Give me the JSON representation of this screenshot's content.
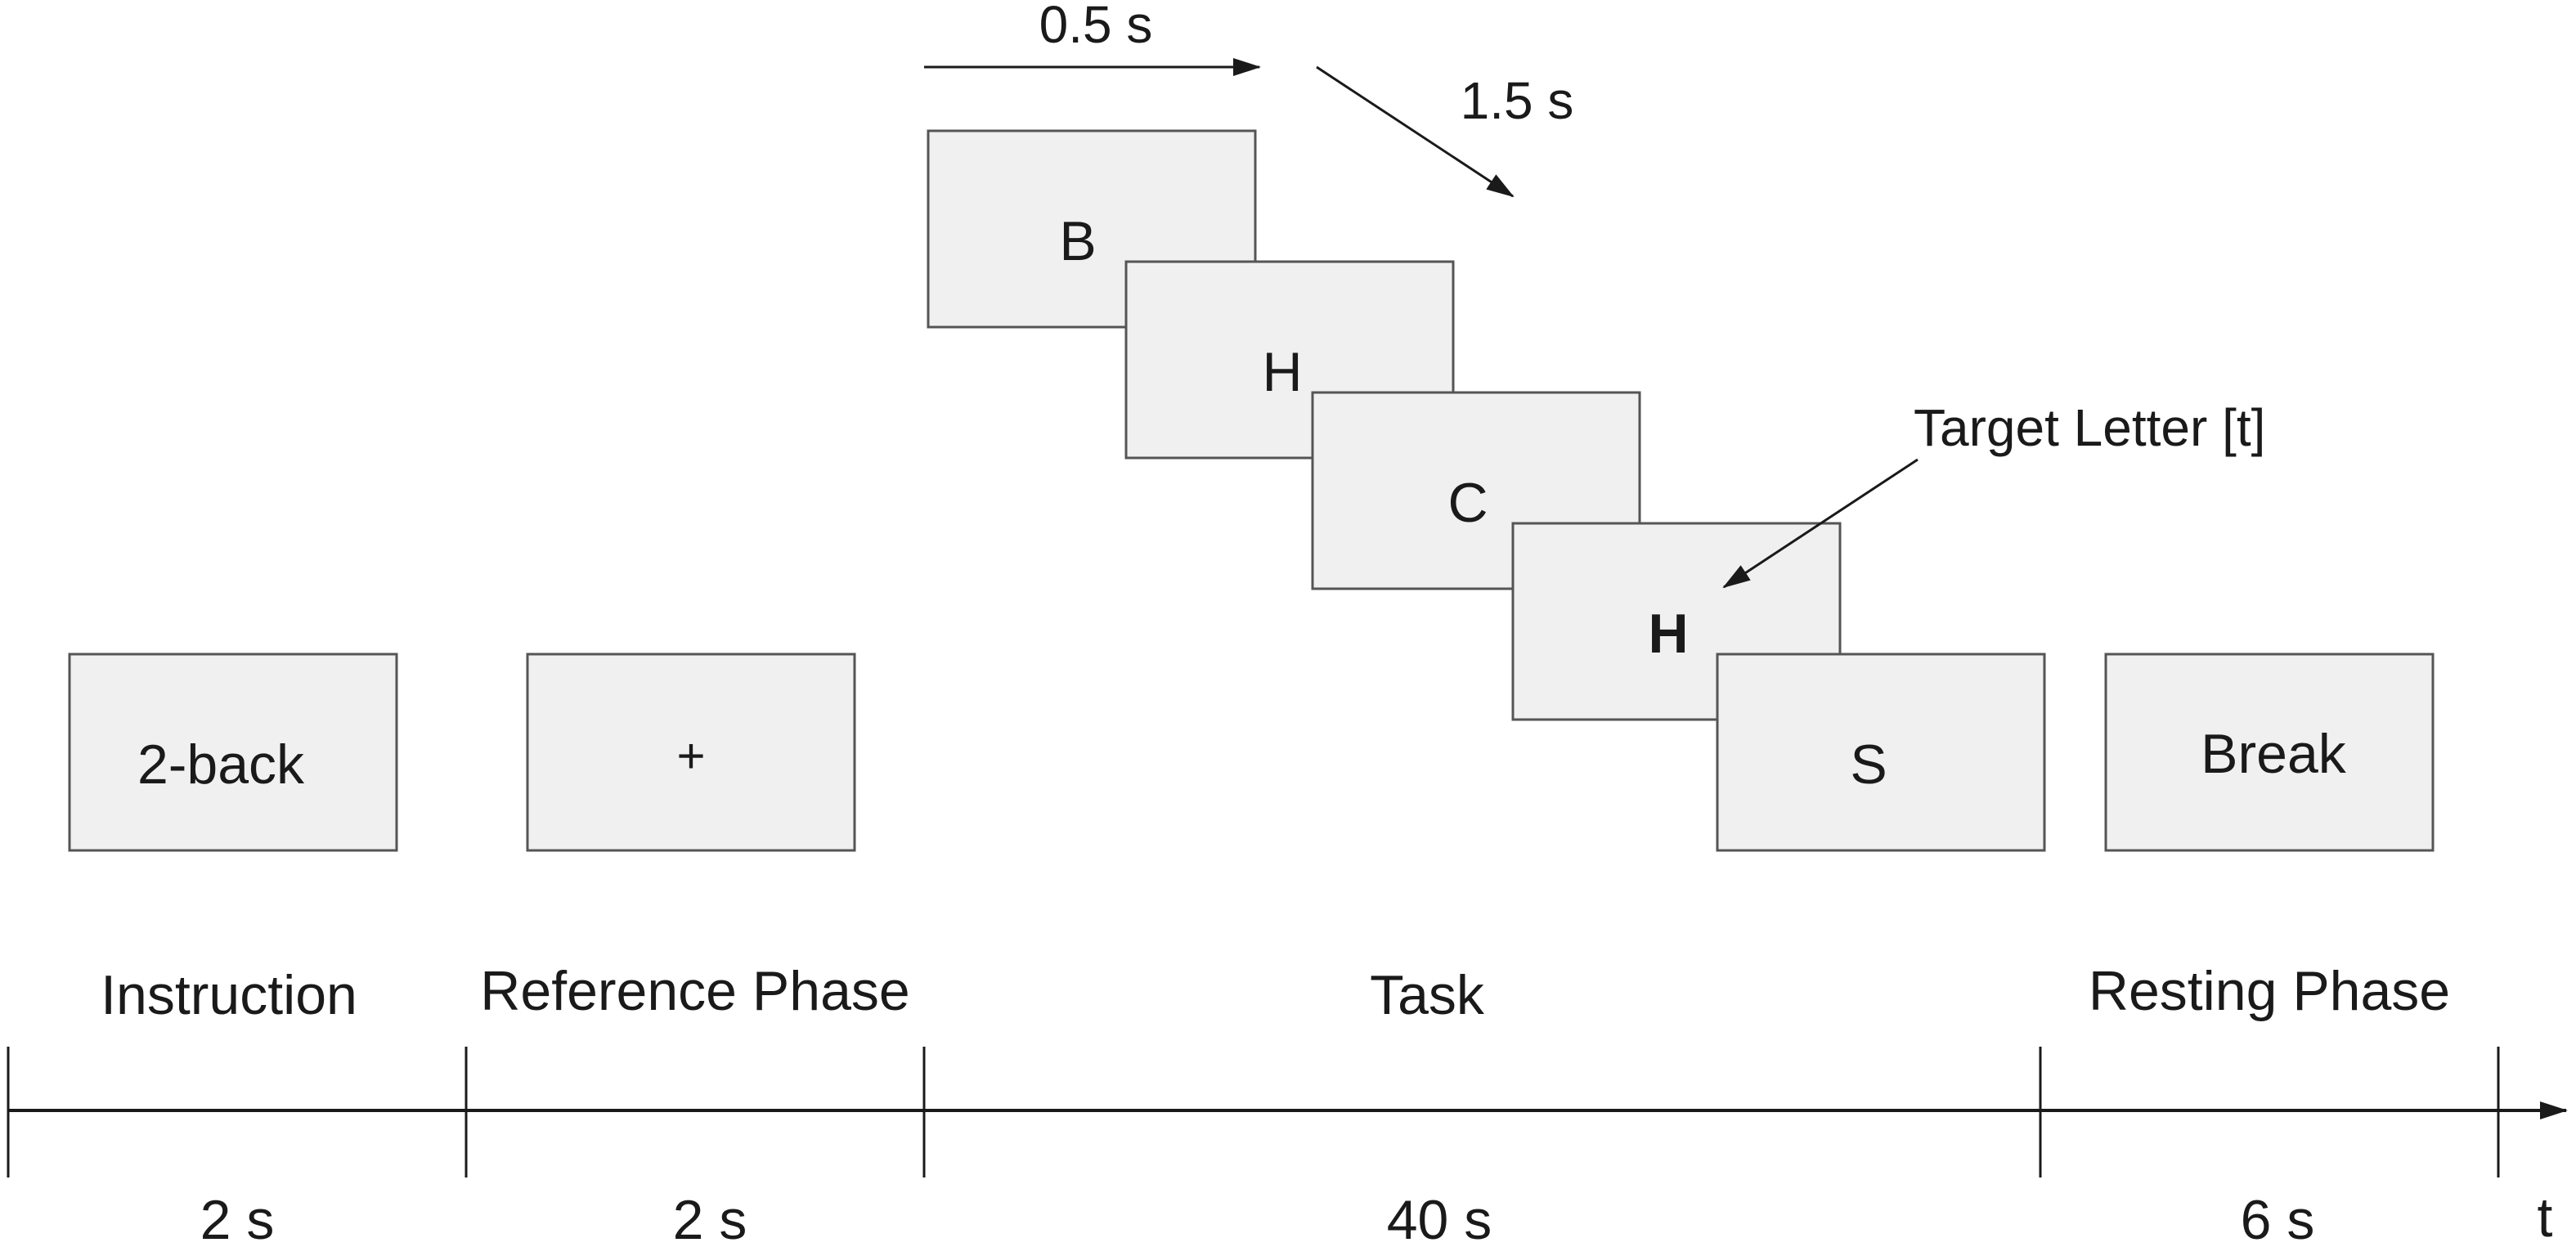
{
  "screens": {
    "instruction": "2-back",
    "reference": "+",
    "rest": "Break"
  },
  "stimuli": [
    {
      "letter": "B",
      "highlight": false
    },
    {
      "letter": "H",
      "highlight": true
    },
    {
      "letter": "C",
      "highlight": false
    },
    {
      "letter": "H",
      "highlight": true
    },
    {
      "letter": "S",
      "highlight": false
    }
  ],
  "timing": {
    "stimulus": "0.5 s",
    "isi": "1.5 s"
  },
  "target_annotation": "Target Letter [t]",
  "phases": [
    {
      "name": "Instruction",
      "duration": "2 s"
    },
    {
      "name": "Reference Phase",
      "duration": "2 s"
    },
    {
      "name": "Task",
      "duration": "40 s"
    },
    {
      "name": "Resting Phase",
      "duration": "6 s"
    }
  ],
  "axis_label": "t",
  "colors": {
    "highlight": "#1f5bd6",
    "text": "#1a1a1a",
    "box_fill": "#f0f0f0",
    "box_stroke": "#555555"
  }
}
